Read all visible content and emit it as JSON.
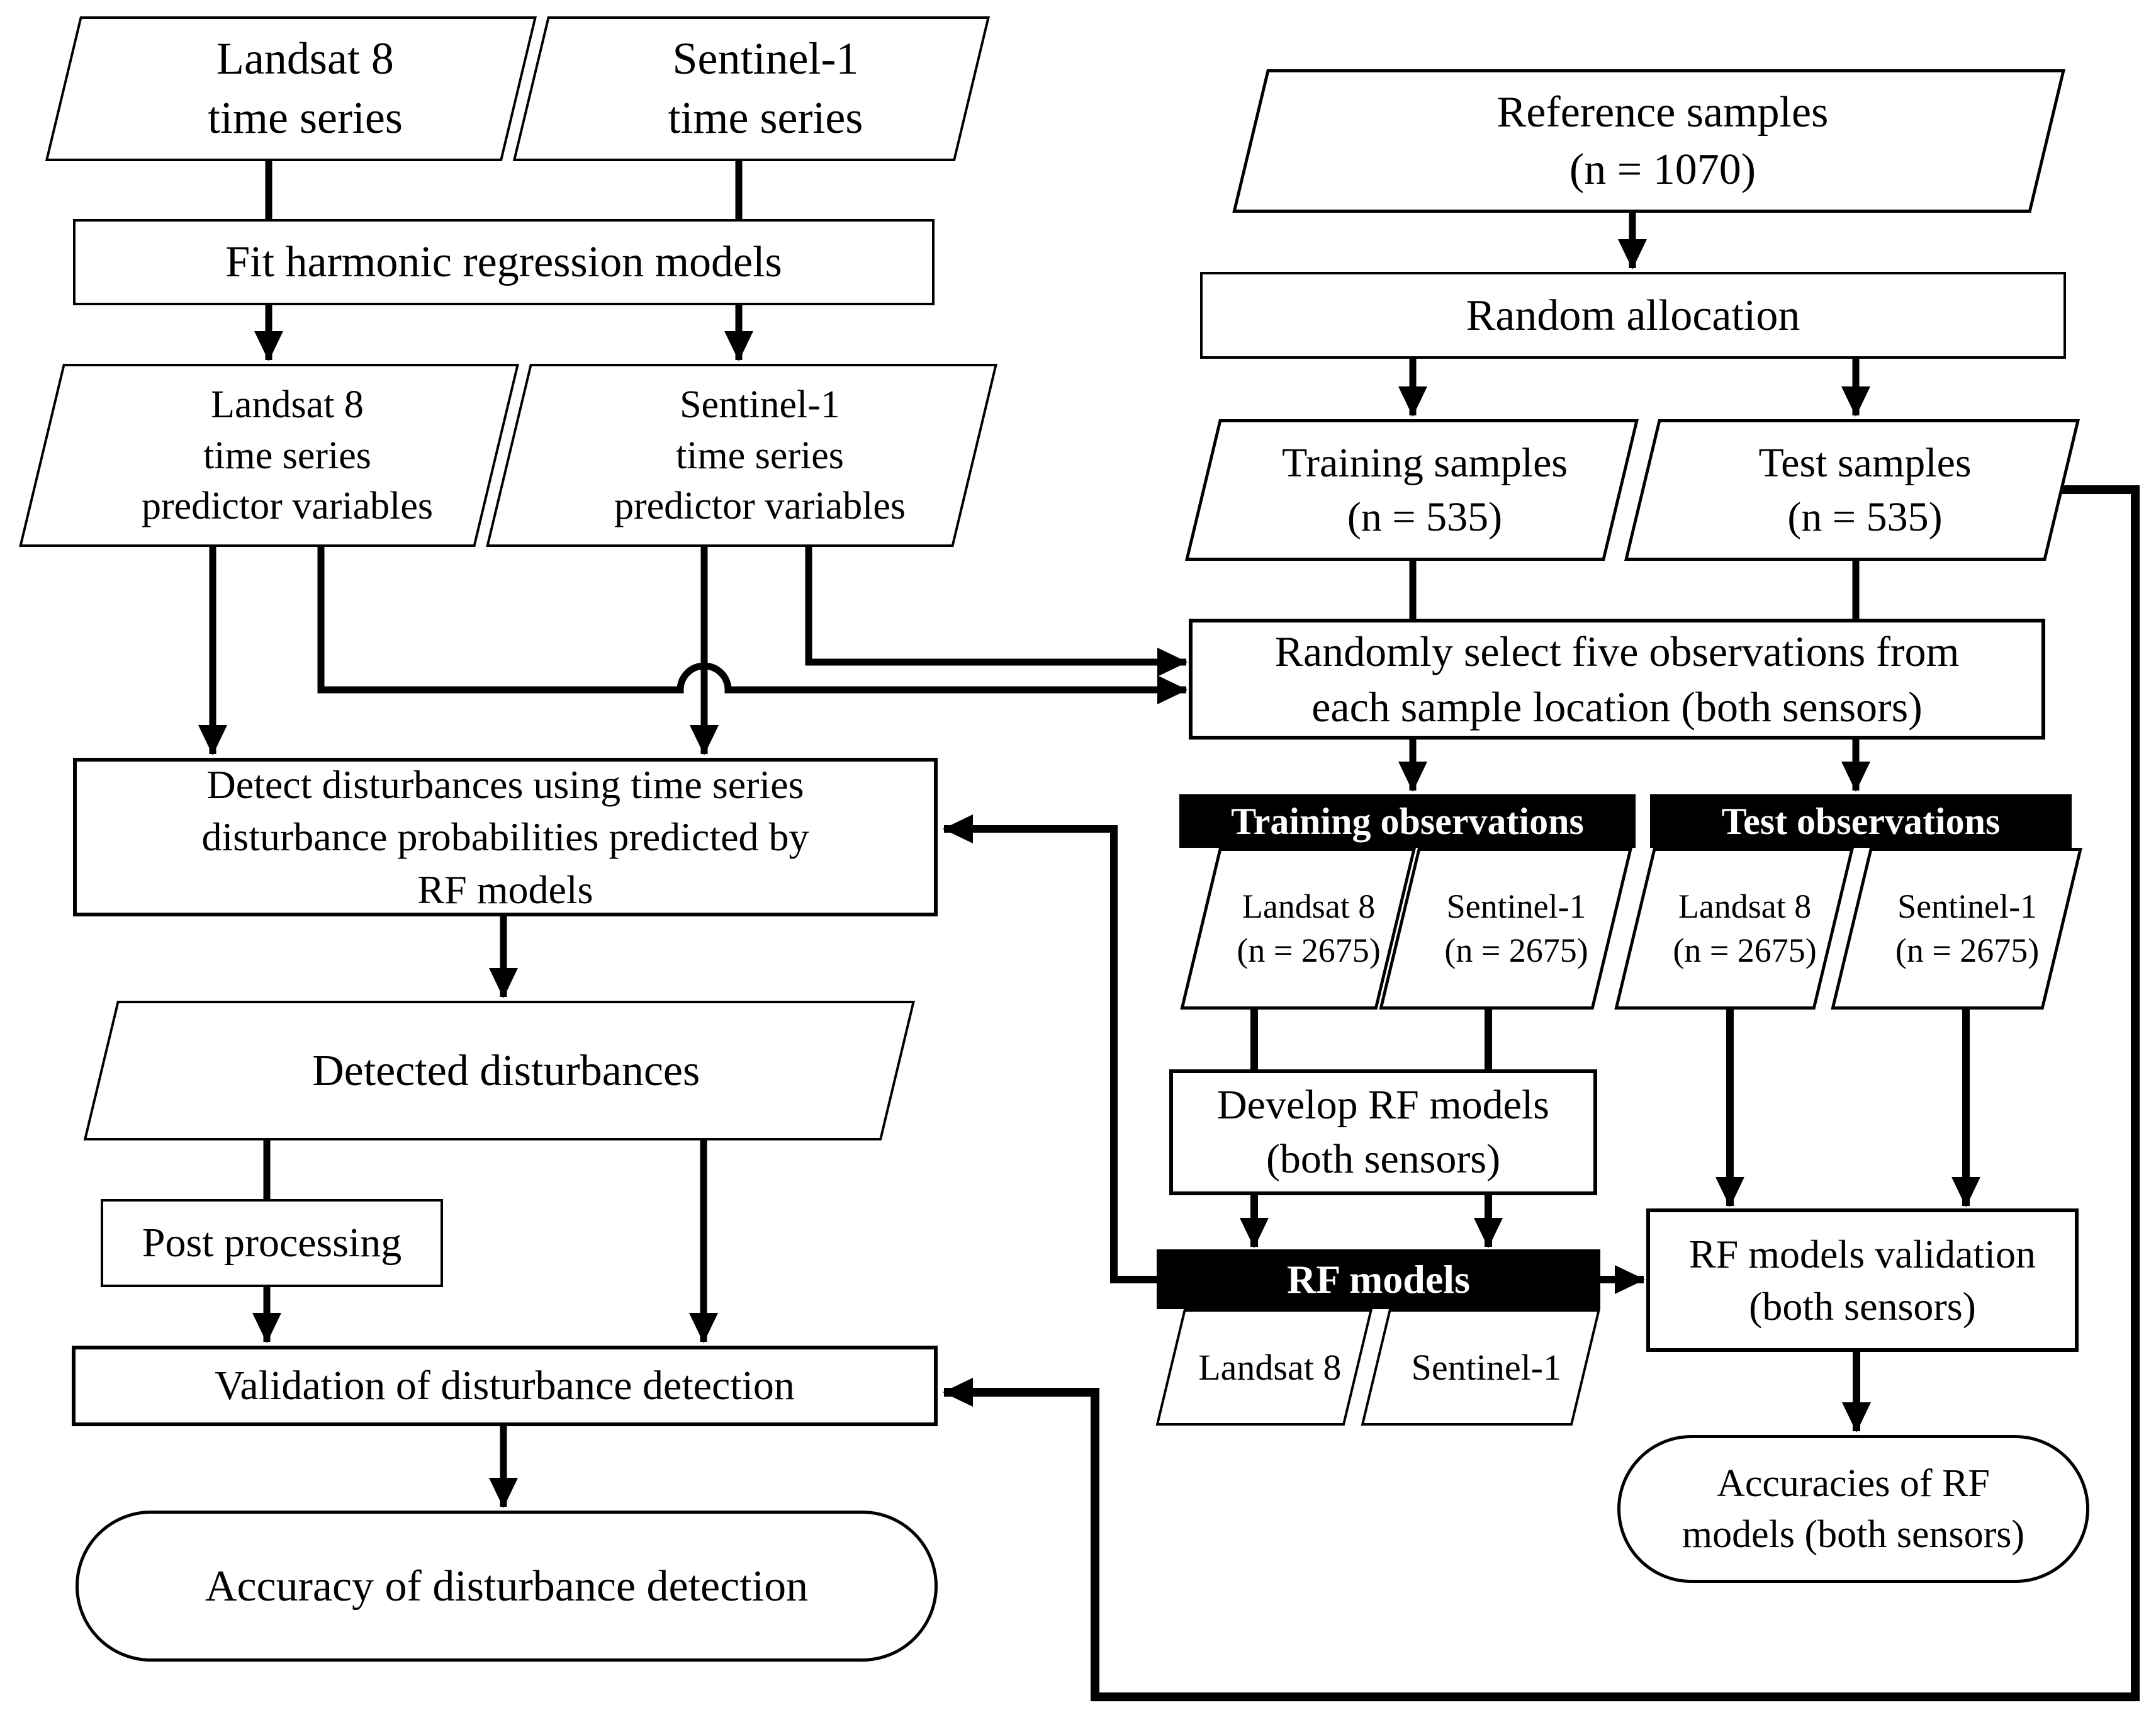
{
  "figure": {
    "type": "flowchart",
    "background_color": "#ffffff",
    "line_color": "#000000",
    "header_bg_color": "#000000",
    "header_text_color": "#ffffff"
  },
  "nodes": {
    "landsat8_time_series": {
      "label": "Landsat 8\ntime series",
      "shape": "parallelogram"
    },
    "sentinel1_time_series": {
      "label": "Sentinel-1\ntime series",
      "shape": "parallelogram"
    },
    "fit_harmonic": {
      "label": "Fit harmonic regression models",
      "shape": "process"
    },
    "landsat8_predictors": {
      "label": "Landsat 8\ntime series\npredictor variables",
      "shape": "parallelogram"
    },
    "sentinel1_predictors": {
      "label": "Sentinel-1\ntime series\npredictor variables",
      "shape": "parallelogram"
    },
    "detect_disturbances": {
      "label": "Detect disturbances using time series\ndisturbance probabilities predicted by\nRF models",
      "shape": "process"
    },
    "detected_disturbances": {
      "label": "Detected disturbances",
      "shape": "parallelogram"
    },
    "post_processing": {
      "label": "Post processing",
      "shape": "process"
    },
    "validation_detection": {
      "label": "Validation of disturbance detection",
      "shape": "process"
    },
    "accuracy_detection": {
      "label": "Accuracy of disturbance detection",
      "shape": "terminator"
    },
    "reference_samples": {
      "label": "Reference samples\n(n = 1070)",
      "shape": "parallelogram"
    },
    "random_allocation": {
      "label": "Random allocation",
      "shape": "process"
    },
    "training_samples": {
      "label": "Training samples\n(n = 535)",
      "shape": "parallelogram"
    },
    "test_samples": {
      "label": "Test samples\n(n = 535)",
      "shape": "parallelogram"
    },
    "randomly_select": {
      "label": "Randomly select five observations from\neach sample location (both sensors)",
      "shape": "process"
    },
    "training_observations": {
      "label": "Training observations",
      "shape": "header"
    },
    "test_observations": {
      "label": "Test observations",
      "shape": "header"
    },
    "train_landsat8": {
      "label": "Landsat 8\n(n = 2675)",
      "shape": "parallelogram"
    },
    "train_sentinel1": {
      "label": "Sentinel-1\n(n = 2675)",
      "shape": "parallelogram"
    },
    "test_landsat8": {
      "label": "Landsat 8\n(n = 2675)",
      "shape": "parallelogram"
    },
    "test_sentinel1": {
      "label": "Sentinel-1\n(n = 2675)",
      "shape": "parallelogram"
    },
    "develop_rf": {
      "label": "Develop RF models\n(both sensors)",
      "shape": "process"
    },
    "rf_models": {
      "label": "RF models",
      "shape": "header"
    },
    "rf_landsat8": {
      "label": "Landsat 8",
      "shape": "parallelogram"
    },
    "rf_sentinel1": {
      "label": "Sentinel-1",
      "shape": "parallelogram"
    },
    "rf_validation": {
      "label": "RF models validation\n(both sensors)",
      "shape": "process"
    },
    "accuracies_rf": {
      "label": "Accuracies of RF\nmodels (both sensors)",
      "shape": "terminator"
    }
  }
}
